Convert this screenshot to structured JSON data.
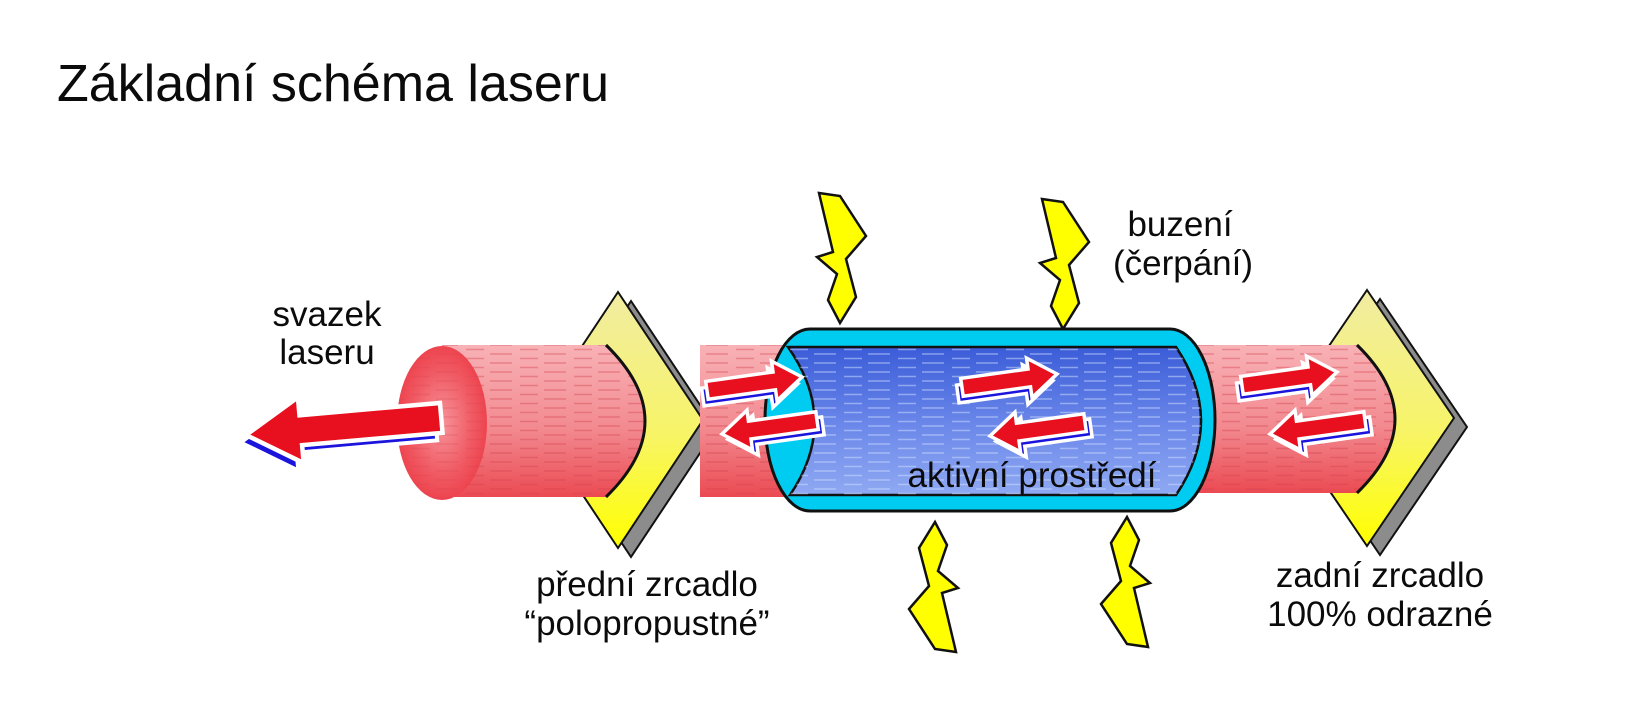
{
  "title": "Základní schéma laseru",
  "labels": {
    "beam": {
      "line1": "svazek",
      "line2": "laseru"
    },
    "pump": {
      "line1": "buzení",
      "line2": "(čerpání)"
    },
    "active_medium": "aktivní prostředí",
    "front_mirror": {
      "line1": "přední zrcadlo",
      "line2": "“polopropustné”"
    },
    "rear_mirror": {
      "line1": "zadní zrcadlo",
      "line2": "100% odrazné"
    }
  },
  "colors": {
    "background": "#FFFFFF",
    "text": "#0B0B0B",
    "beam_red_light": "#F8B2B6",
    "beam_red_dark": "#EB4A52",
    "photon_arrow_red": "#E8101E",
    "photon_arrow_shadow_blue": "#1A14DC",
    "active_medium_blue_dark": "#3B5CD8",
    "active_medium_blue_light": "#8FA9F2",
    "tube_cyan": "#00CCF2",
    "mirror_yellow_bright": "#FFFF00",
    "mirror_yellow_pale": "#F1ECA2",
    "mirror_back_gray": "#8C8C8C",
    "pump_bolt_yellow": "#FFFF00"
  }
}
